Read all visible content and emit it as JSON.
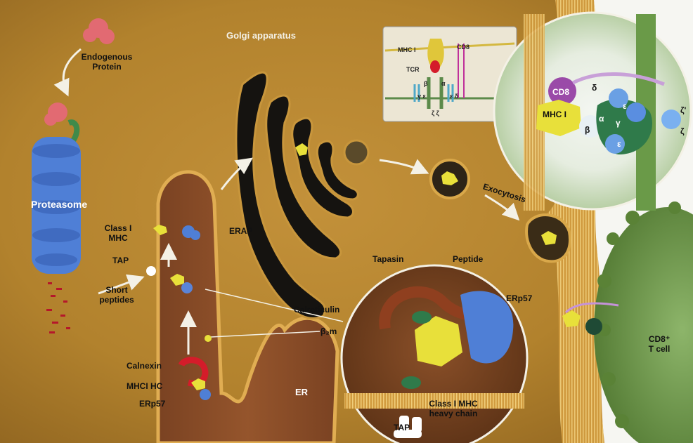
{
  "labels": {
    "endogenous_protein": [
      "Endogenous",
      "Protein"
    ],
    "golgi": "Golgi apparatus",
    "proteasome": "Proteasome",
    "class_i_mhc": [
      "Class I",
      "MHC"
    ],
    "erap": "ERAP",
    "tap_left": "TAP",
    "short_peptides": [
      "Short",
      "peptides"
    ],
    "b2m": "β₂m",
    "calnexin": "Calnexin",
    "mhci_hc": "MHCI HC",
    "erp57_left": "ERp57",
    "er": "ER",
    "tapasin": "Tapasin",
    "peptide": "Peptide",
    "calreticulin": "Calreticulin",
    "erp57_right": "ERp57",
    "class_i_heavy": [
      "Class I MHC",
      "heavy chain"
    ],
    "tap_bottom": "TAP",
    "exocytosis": "Exocytosis",
    "cd8_t_cell": [
      "CD8⁺",
      "T cell"
    ]
  },
  "inset": {
    "mhc_i": "MHC I",
    "cd8": "CD8",
    "tcr": "TCR",
    "beta": "β",
    "alpha": "α",
    "gamma_eps_left": "γ ε",
    "eps_delta": "ε δ",
    "zeta": "ζ ζ"
  },
  "zoom": {
    "cd8": "CD8",
    "delta": "δ",
    "mhc_i": "MHC I",
    "epsilon_top": "ε",
    "beta": "β",
    "alpha": "α",
    "gamma": "γ",
    "epsilon_bottom": "ε",
    "zeta1": "ζ'",
    "zeta2": "ζ"
  },
  "colors": {
    "cytoplasm": "#b8862e",
    "er_lumen": "#8a4f2a",
    "membrane": "#d9a84a",
    "golgi": "#111111",
    "proteasome": "#4f7fd6",
    "mhc": "#e8e03a",
    "t_cell": "#6f9a4a"
  }
}
